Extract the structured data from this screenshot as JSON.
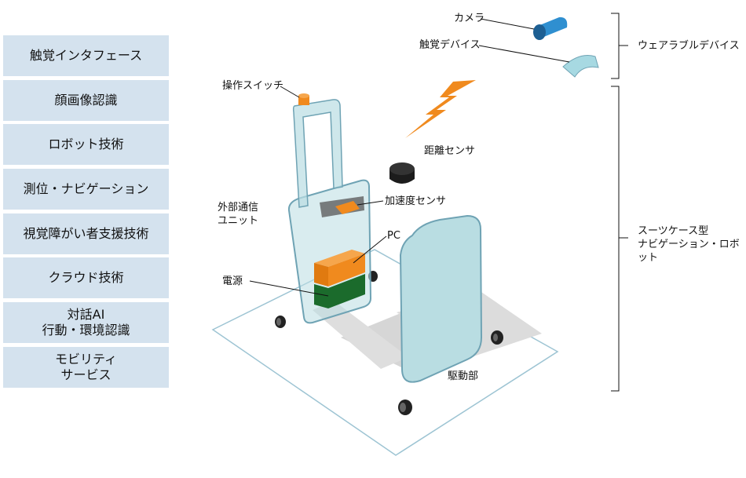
{
  "technologies": [
    "触覚インタフェース",
    "顔画像認識",
    "ロボット技術",
    "測位・ナビゲーション",
    "視覚障がい者支援技術",
    "クラウド技術",
    "対話AI\n行動・環境認識",
    "モビリティ\nサービス"
  ],
  "components": {
    "camera": "カメラ",
    "haptic_device": "触覚デバイス",
    "operation_switch": "操作スイッチ",
    "distance_sensor": "距離センサ",
    "accelerometer": "加速度センサ",
    "external_comm": "外部通信\nユニット",
    "pc": "PC",
    "power": "電源",
    "drive": "駆動部"
  },
  "groups": {
    "wearable": "ウェアラブルデバイス",
    "robot": "スーツケース型\nナビゲーション・ロボット"
  },
  "colors": {
    "panel": "#d4e2ee",
    "suitcase_fill": "#b9dde2",
    "suitcase_stroke": "#6fa3b4",
    "orange": "#f08a1e",
    "green": "#1b6b2c",
    "camera_blue": "#2f8fd0",
    "shadow": "#d6d6d6"
  }
}
